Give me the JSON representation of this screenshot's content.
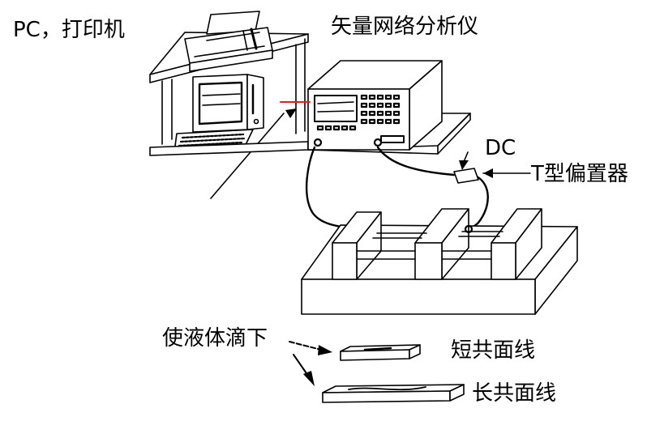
{
  "labels": {
    "pc_printer": "PC，打印机",
    "vna": "矢量网络分析仪",
    "dc": "DC",
    "bias_tee": "T型偏置器",
    "liquid_drop": "使液体滴下",
    "short_line": "短共面线",
    "long_line": "长共面线"
  },
  "colors": {
    "line": "#000000",
    "cable_red": "#e02020",
    "fill": "#ffffff"
  }
}
